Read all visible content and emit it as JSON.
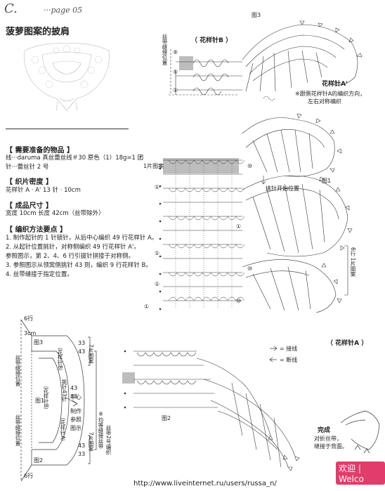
{
  "header": {
    "letter": "C.",
    "page": "···page 05"
  },
  "title": "菠萝图案的披肩",
  "materials": {
    "heading": "【 需要准备的物品 】",
    "line1": "线···daruma 真丝蕾丝线＃30  原色（1）18g=1 团",
    "line2": "针···蕾丝针 2 号"
  },
  "gauge": {
    "heading": "【 织片密度 】",
    "line1": "花样针 A · A'    13 针 · 10cm"
  },
  "size": {
    "heading": "【 成品尺寸 】",
    "line1": "宽度 10cm  长度 42cm（丝带除外）"
  },
  "steps": {
    "heading": "【 编织方法要点 】",
    "items": [
      "1. 制作起针的 1 针锁针，从后中心编织 49 行花样针 A。",
      "2. 从起针位置挑针，对称侧编织 49 行花样针 A'。",
      "   参照图示，第 2、4、6 行引拔针拼接于对称侧。",
      "3. 参照图示从领窝侧挑针 43 则，编织 9 行花样针 B。",
      "4. 丝带缝接于指定位置。"
    ]
  },
  "fig3": {
    "label": "图3",
    "pattern": "（ 花样针B ）",
    "ribbon": "丝带缝接位置",
    "rows": [
      "⑨",
      "⑤",
      "①"
    ]
  },
  "pattern_a_prime": {
    "label": "花样针A'",
    "note1": "※跟侧花样针A的编织方向，",
    "note2": "左右对称编织"
  },
  "fig1": {
    "label": "图1",
    "one_piece": "1片图案",
    "pickup": "挑针开始位置",
    "rows6": "6行 1片图案",
    "pattern": "（ 花样针A ）",
    "rows": [
      "⑩",
      "①",
      "①",
      "①",
      "⑩",
      "①",
      "⑩",
      "①"
    ]
  },
  "legend": {
    "join": "= 接线",
    "cut": "= 断线"
  },
  "fig2": {
    "label": "图2",
    "finish_title": "完成",
    "finish1": "对折丝带，",
    "finish2": "缝接于背面。"
  },
  "schematic": {
    "fig3": "图3",
    "fig1": "图1",
    "fig2": "图2",
    "b_label": "（花样针B）",
    "b_label2": "（花样针B）",
    "a_label": "（花样针A）",
    "a_prime": "（花样针A'）",
    "pickup": "挑针43针",
    "center": "中心",
    "n33": "33",
    "n43a": "43",
    "n43b": "43",
    "n33b": "33",
    "n43c": "43",
    "n33c": "33",
    "rows6a": "6行",
    "rows6b": "6行",
    "cm3": "3cm",
    "ribbon1": "丝带缝接位置",
    "ribbon2": "丝带缝接位置",
    "piece7a": "7片图案",
    "piece7b": "7片图案",
    "make1": "制作",
    "make2": "参照",
    "make3": "图示",
    "even": "※均等缝接丝带",
    "even2": "丝带2号编织"
  },
  "watermark": {
    "welco": "欢迎 | Welco",
    "url": "http://www.liveinternet.ru/users/russa_n/"
  }
}
